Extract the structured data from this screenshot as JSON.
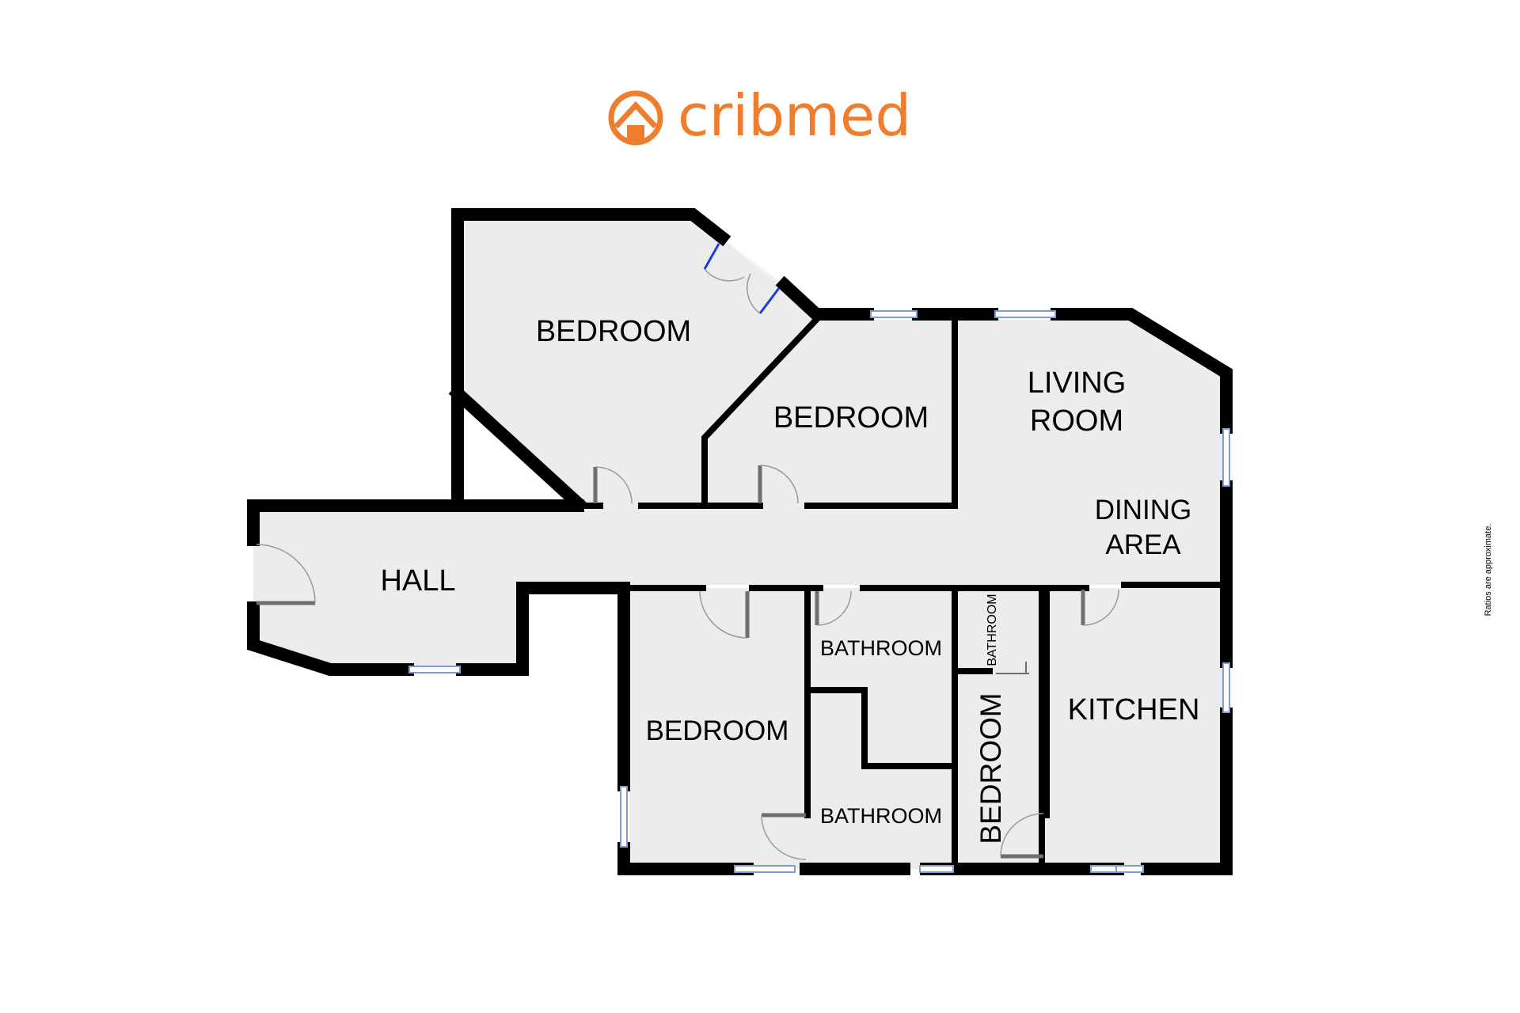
{
  "brand": {
    "name": "cribmed",
    "color": "#ee7d2e",
    "icon": "house-in-circle-icon"
  },
  "note": "Ratios are approximate.",
  "rooms": {
    "bedroom_top": "BEDROOM",
    "bedroom_mid": "BEDROOM",
    "living_room_line1": "LIVING",
    "living_room_line2": "ROOM",
    "dining_line1": "DINING",
    "dining_line2": "AREA",
    "hall": "HALL",
    "bedroom_bottom": "BEDROOM",
    "bathroom_upper": "BATHROOM",
    "bathroom_lower": "BATHROOM",
    "bathroom_small": "BATHROOM",
    "bedroom_narrow": "BEDROOM",
    "kitchen": "KITCHEN"
  },
  "colors": {
    "floor": "#ececec",
    "wall": "#000000",
    "window": "#7f9ccf",
    "balcony_door": "#1a3fd8"
  }
}
